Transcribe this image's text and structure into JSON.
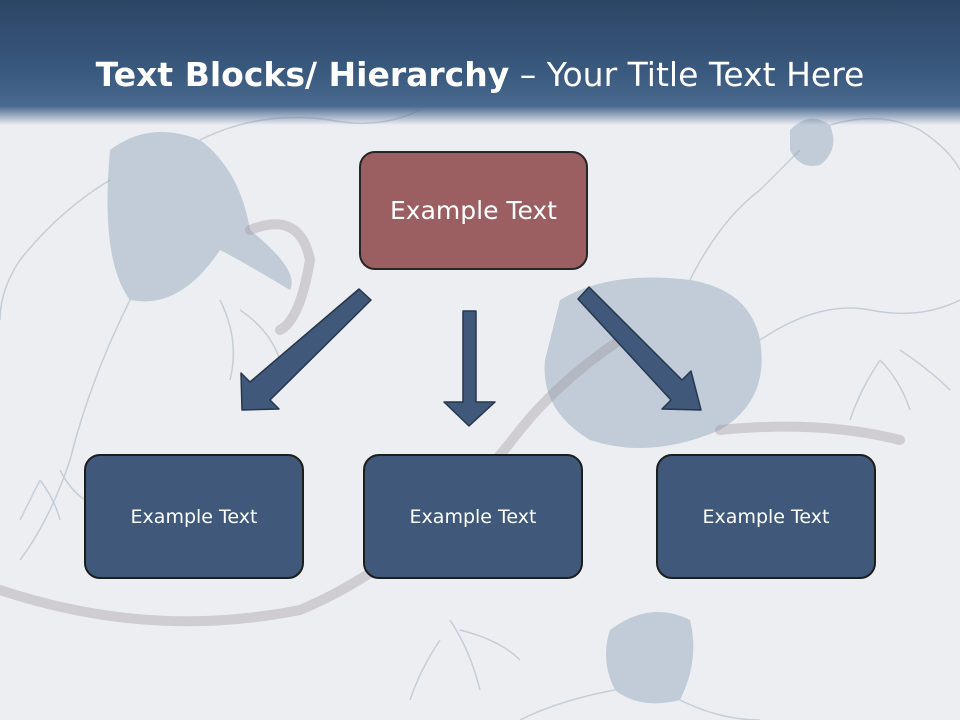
{
  "title": {
    "bold": "Text Blocks/ Hierarchy",
    "rest": " – Your Title Text Here"
  },
  "top_block": {
    "label": "Example Text"
  },
  "child_blocks": [
    {
      "label": "Example Text"
    },
    {
      "label": "Example Text"
    },
    {
      "label": "Example Text"
    }
  ],
  "colors": {
    "title_bar": "#3a5a80",
    "top_block": "#9b5f61",
    "child_block": "#40587a",
    "arrow": "#40587a"
  }
}
